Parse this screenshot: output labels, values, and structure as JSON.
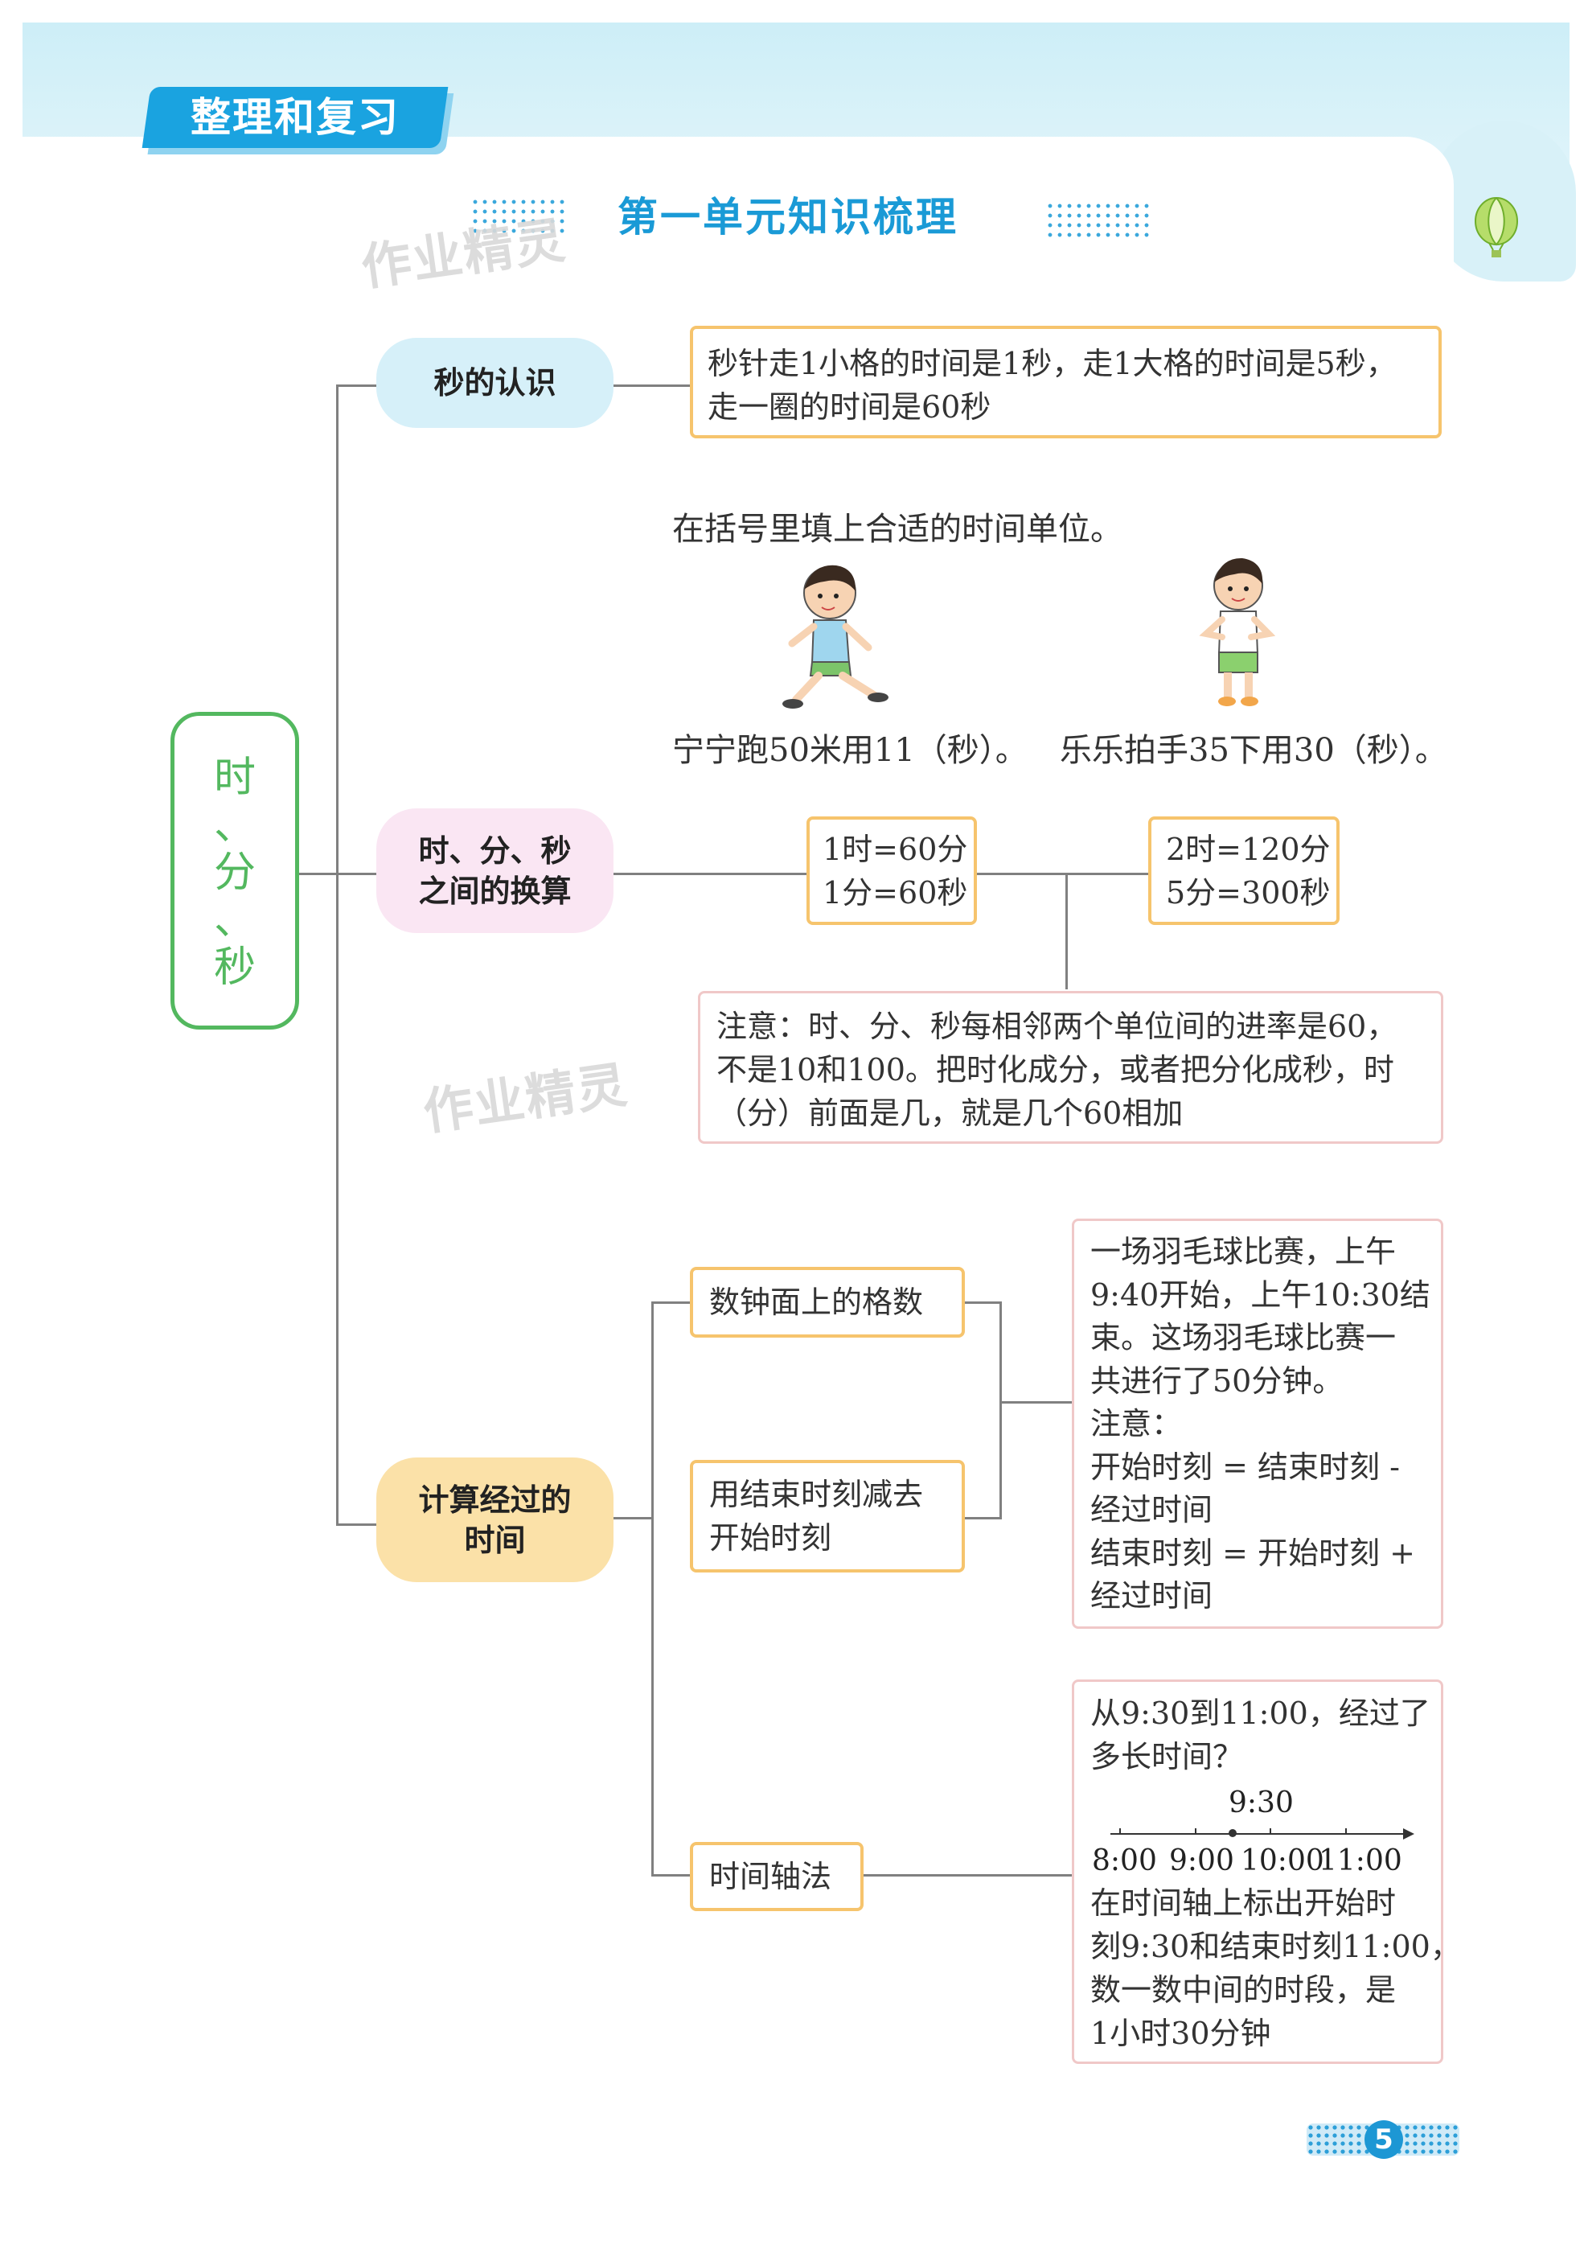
{
  "header": {
    "section_tag": "整理和复习",
    "page_title": "第一单元知识梳理",
    "watermark": "作业精灵"
  },
  "root": {
    "label_chars": [
      "时",
      "、",
      "分",
      "、",
      "秒"
    ]
  },
  "branch1": {
    "label": "秒的认识",
    "fact_lines": [
      "秒针走1小格的时间是1秒，走1大格的时间是5秒，",
      "走一圈的时间是60秒"
    ],
    "exercise_prompt": "在括号里填上合适的时间单位。",
    "example1": "宁宁跑50米用11（秒）。",
    "example2": "乐乐拍手35下用30（秒）。"
  },
  "branch2": {
    "label_lines": [
      "时、分、秒",
      "之间的换算"
    ],
    "box1_lines": [
      "1时=60分",
      "1分=60秒"
    ],
    "box2_lines": [
      "2时=120分",
      "5分=300秒"
    ],
    "note_lines": [
      "注意：时、分、秒每相邻两个单位间的进率是60，",
      "不是10和100。把时化成分，或者把分化成秒，时",
      "（分）前面是几，就是几个60相加"
    ]
  },
  "branch3": {
    "label_lines": [
      "计算经过的",
      "时间"
    ],
    "method1": "数钟面上的格数",
    "method2_lines": [
      "用结束时刻减去",
      "开始时刻"
    ],
    "method3": "时间轴法",
    "example_box_lines": [
      "一场羽毛球比赛，上午",
      "9:40开始，上午10:30结",
      "束。这场羽毛球比赛一",
      "共进行了50分钟。",
      "注意：",
      "开始时刻 = 结束时刻 -",
      "经过时间",
      "结束时刻 = 开始时刻 +",
      "经过时间"
    ],
    "timeline_box": {
      "question_lines": [
        "从9:30到11:00，经过了",
        "多长时间？"
      ],
      "marker_label": "9:30",
      "tick_labels": [
        "8:00",
        "9:00",
        "10:00",
        "11:00"
      ],
      "explanation_lines": [
        "在时间轴上标出开始时",
        "刻9:30和结束时刻11:00，",
        "数一数中间的时段，是",
        "1小时30分钟"
      ]
    }
  },
  "footer": {
    "page_number": "5"
  },
  "colors": {
    "accent_blue": "#1a9ad6",
    "root_green": "#53b85f",
    "pill_blue": "#d6f0f9",
    "pill_pink": "#fae6f3",
    "pill_orange": "#fbe1a8",
    "box_border": "#f6c46d",
    "note_border": "#f0c8c8"
  }
}
